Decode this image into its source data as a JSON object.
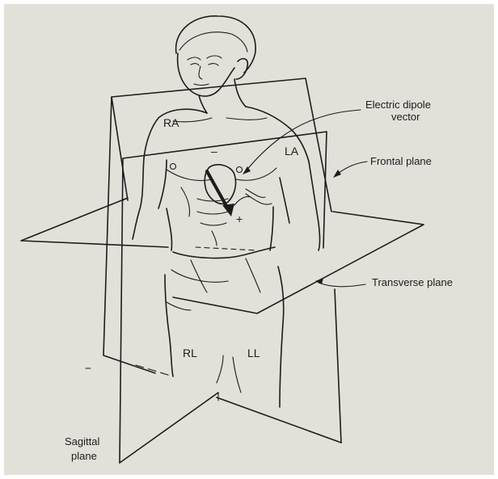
{
  "labels": {
    "dipole_line1": "Electric dipole",
    "dipole_line2": "vector",
    "frontal_plane": "Frontal plane",
    "transverse_plane": "Transverse plane",
    "sagittal_line1": "Sagittal",
    "sagittal_line2": "plane"
  },
  "leads": {
    "ra": "RA",
    "la": "LA",
    "rl": "RL",
    "ll": "LL"
  },
  "polarity": {
    "negative": "–",
    "positive": "+"
  },
  "colors": {
    "paper": "#e3e0da",
    "ink": "#1c1c1c",
    "border": "#ffffff"
  }
}
